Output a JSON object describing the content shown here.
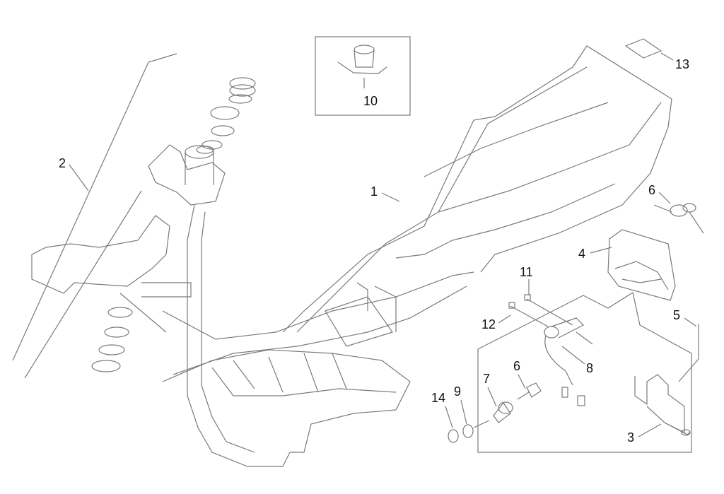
{
  "diagram": {
    "line_color": "#7a7a7a",
    "labels": [
      {
        "id": "1",
        "text": "1"
      },
      {
        "id": "2",
        "text": "2"
      },
      {
        "id": "3",
        "text": "3"
      },
      {
        "id": "4",
        "text": "4"
      },
      {
        "id": "5",
        "text": "5"
      },
      {
        "id": "6a",
        "text": "6"
      },
      {
        "id": "6b",
        "text": "6"
      },
      {
        "id": "7",
        "text": "7"
      },
      {
        "id": "8",
        "text": "8"
      },
      {
        "id": "9",
        "text": "9"
      },
      {
        "id": "10",
        "text": "10"
      },
      {
        "id": "11",
        "text": "11"
      },
      {
        "id": "12",
        "text": "12"
      },
      {
        "id": "13",
        "text": "13"
      },
      {
        "id": "14",
        "text": "14"
      }
    ]
  }
}
